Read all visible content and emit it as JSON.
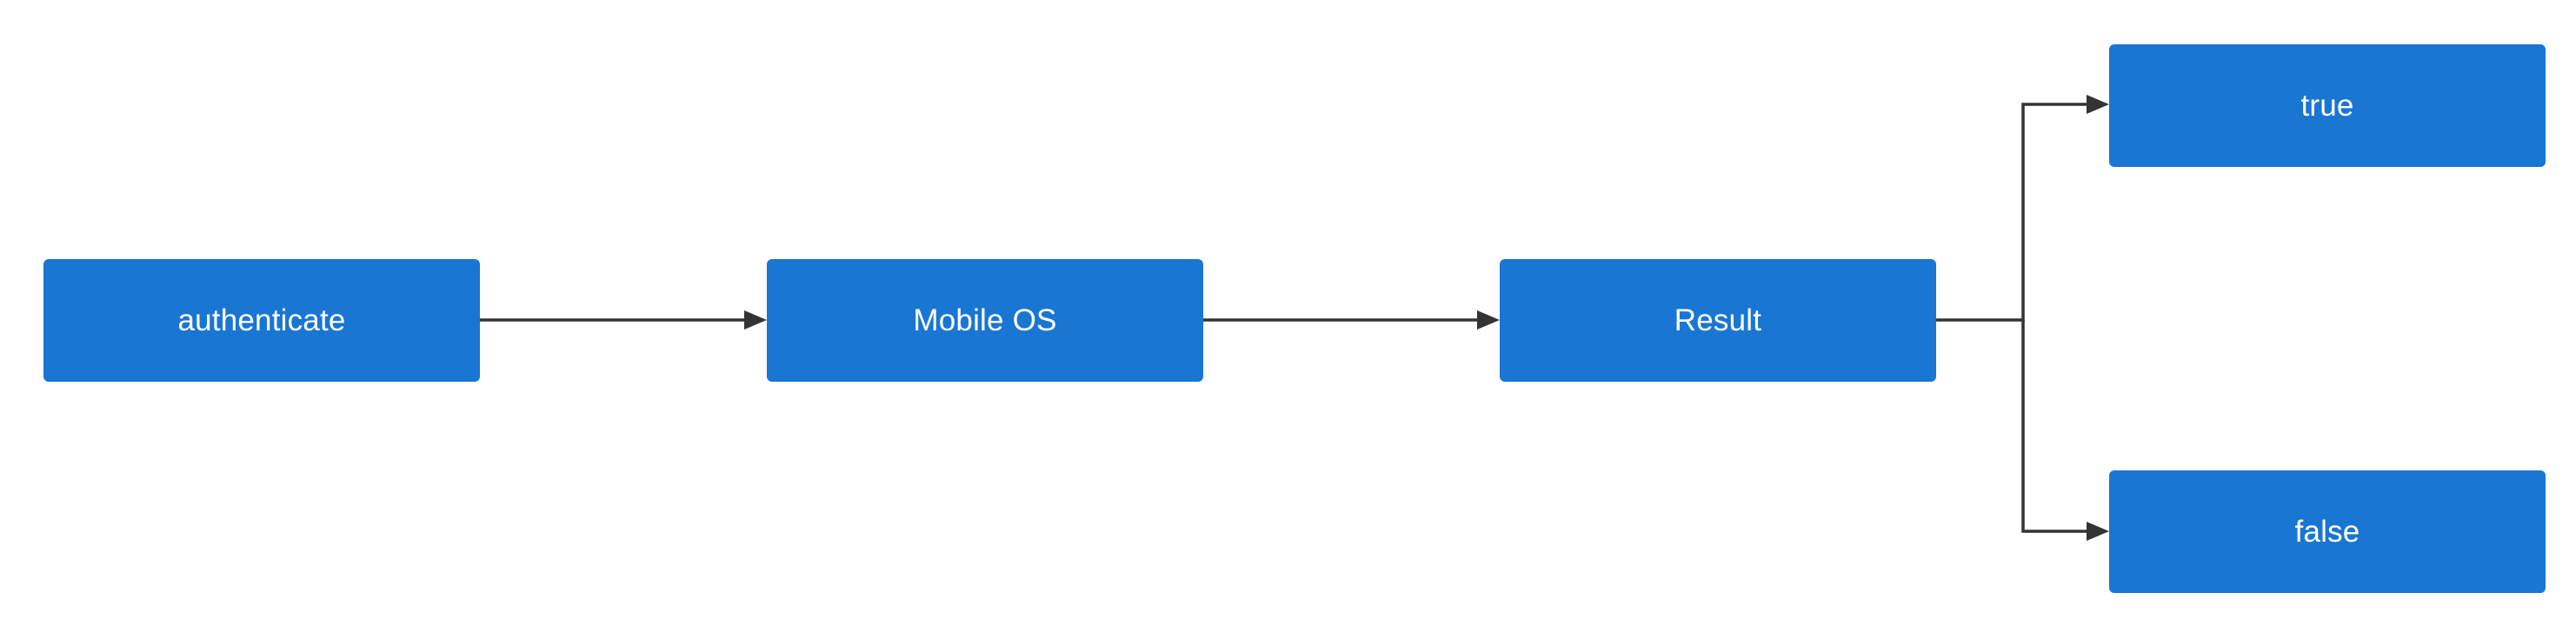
{
  "diagram": {
    "type": "flowchart",
    "colors": {
      "node_fill": "#1976d2",
      "node_text": "#ffffff",
      "edge": "#333333",
      "background": "#ffffff"
    },
    "nodes": {
      "authenticate": {
        "label": "authenticate"
      },
      "mobile_os": {
        "label": "Mobile OS"
      },
      "result": {
        "label": "Result"
      },
      "true": {
        "label": "true"
      },
      "false": {
        "label": "false"
      }
    },
    "edges": [
      {
        "from": "authenticate",
        "to": "mobile_os"
      },
      {
        "from": "mobile_os",
        "to": "result"
      },
      {
        "from": "result",
        "to": "true"
      },
      {
        "from": "result",
        "to": "false"
      }
    ]
  }
}
